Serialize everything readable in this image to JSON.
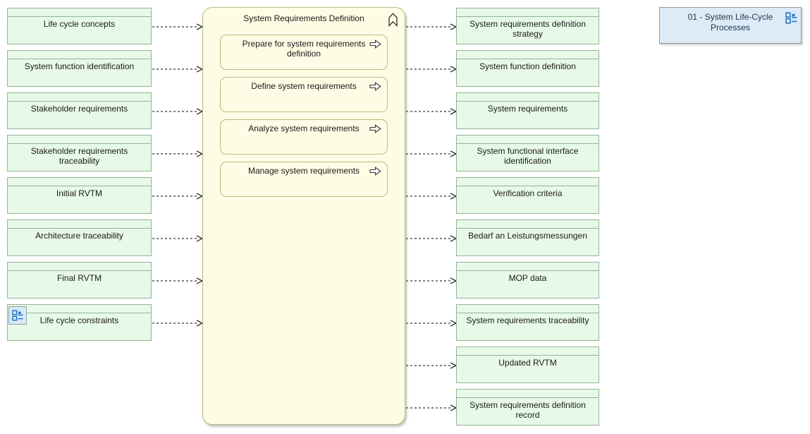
{
  "colors": {
    "object_fill": "#e7f9e7",
    "object_border": "#95b295",
    "process_fill": "#fdfce4",
    "process_border": "#c3b97e",
    "package_fill": "#dcebf5",
    "package_border": "#8d9aa5",
    "icon_blue": "#1a6fc4",
    "connector": "#000000",
    "text": "#1a1a1a"
  },
  "inputs": [
    {
      "label": "Life cycle concepts"
    },
    {
      "label": "System function identification"
    },
    {
      "label": "Stakeholder requirements"
    },
    {
      "label": "Stakeholder requirements traceability"
    },
    {
      "label": "Initial RVTM"
    },
    {
      "label": "Architecture traceability"
    },
    {
      "label": "Final RVTM"
    },
    {
      "label": "Life cycle constraints",
      "badge_icon": "composite-diagram-icon"
    }
  ],
  "process": {
    "title": "System Requirements Definition",
    "title_icon": "process-chevron-icon",
    "activities": [
      {
        "label": "Prepare for system requirements definition",
        "icon": "activity-arrow-icon"
      },
      {
        "label": "Define system requirements",
        "icon": "activity-arrow-icon"
      },
      {
        "label": "Analyze system requirements",
        "icon": "activity-arrow-icon"
      },
      {
        "label": "Manage system requirements",
        "icon": "activity-arrow-icon"
      }
    ]
  },
  "outputs": [
    {
      "label": "System requirements definition strategy"
    },
    {
      "label": "System function definition"
    },
    {
      "label": "System requirements"
    },
    {
      "label": "System functional interface identification"
    },
    {
      "label": "Verification criteria"
    },
    {
      "label": "Bedarf an Leistungsmessungen"
    },
    {
      "label": "MOP data"
    },
    {
      "label": "System requirements traceability"
    },
    {
      "label": "Updated RVTM"
    },
    {
      "label": "System requirements definition record"
    }
  ],
  "package": {
    "label": "01 - System Life-Cycle Processes",
    "icon": "composite-diagram-icon"
  }
}
